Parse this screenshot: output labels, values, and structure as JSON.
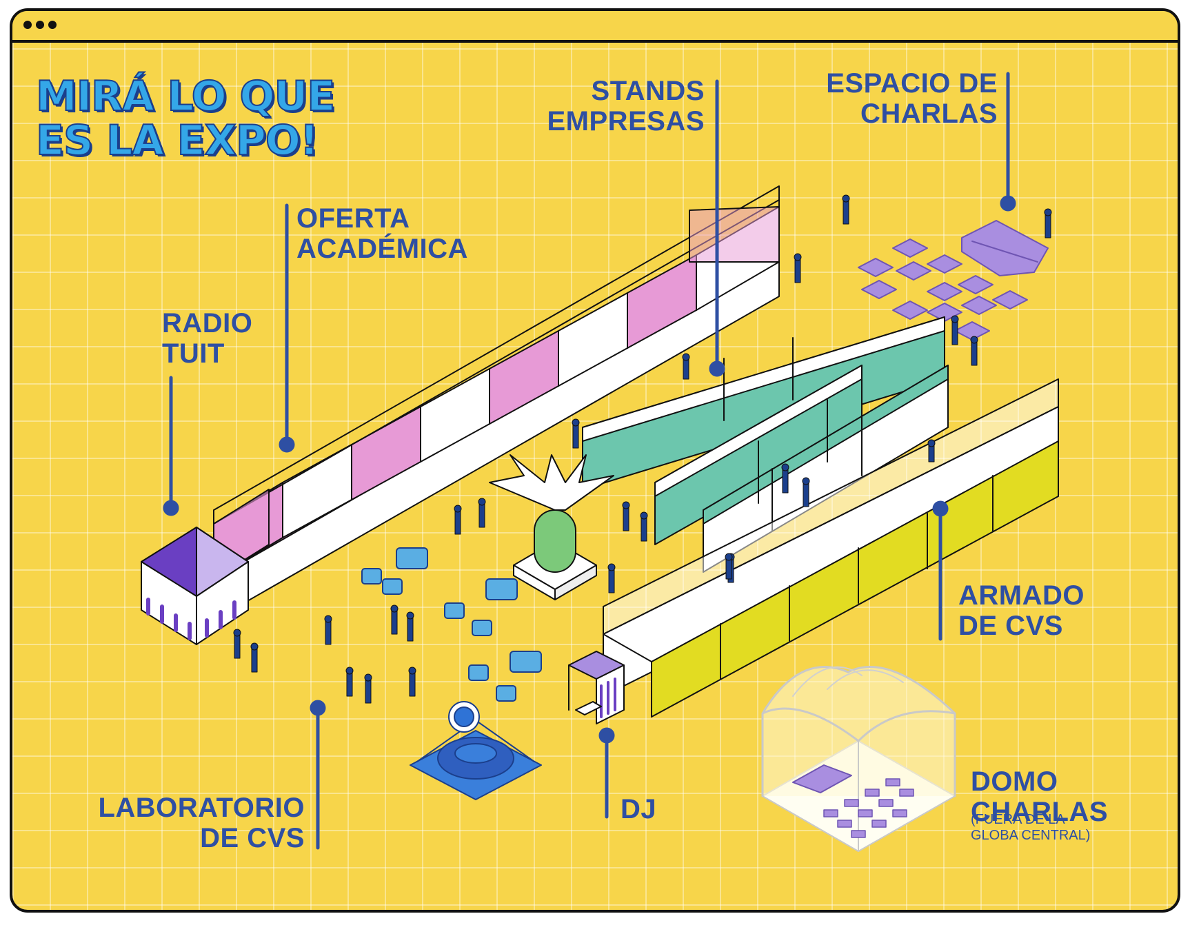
{
  "window": {
    "controls": [
      "dot",
      "dot",
      "dot"
    ],
    "title_lines": [
      "MIRÁ LO QUE",
      "ES LA EXPO!"
    ]
  },
  "labels": {
    "stands": [
      "STANDS",
      "EMPRESAS"
    ],
    "charlas": [
      "ESPACIO DE",
      "CHARLAS"
    ],
    "oferta": [
      "OFERTA",
      "ACADÉMICA"
    ],
    "radio": [
      "RADIO",
      "TUIT"
    ],
    "armado": [
      "ARMADO",
      "DE CVS"
    ],
    "laboratorio": [
      "LABORATORIO",
      "DE CVS"
    ],
    "dj": "DJ",
    "domo": [
      "DOMO",
      "CHARLAS"
    ],
    "domo_note": [
      "(FUERA DE LA",
      "GLOBA CENTRAL)"
    ]
  },
  "colors": {
    "background": "#f7d54a",
    "title_fill": "#34a7e8",
    "label_text": "#2e4fa3",
    "leader_line": "#2e4fa3",
    "oferta_stands": "#e79ad6",
    "empresa_stands": "#6cc6ad",
    "armado_stands": "#e2dc22",
    "charlas_furniture": "#a98ee0",
    "radio_tent": "#6a3fc2",
    "lounge_sofas": "#5aaee3",
    "palm_planter": "#7cc97a",
    "domo": "#fbf6dc"
  },
  "icons": [
    "radio-tent-icon",
    "palm-tree-icon",
    "sofa-icon",
    "logo-fountain-icon",
    "dj-booth-icon",
    "dome-icon",
    "stage-icon",
    "bench-icon",
    "person-icon"
  ]
}
